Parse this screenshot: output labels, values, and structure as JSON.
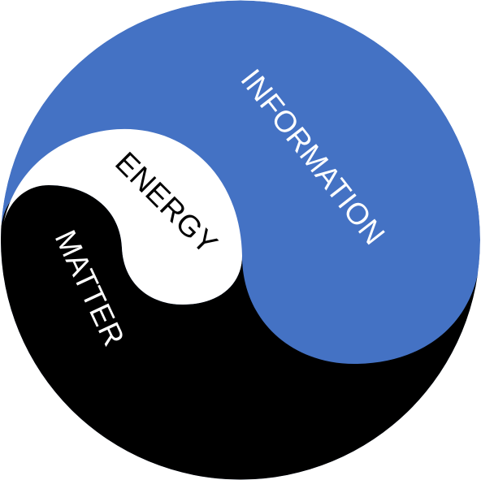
{
  "diagram": {
    "regions": [
      {
        "id": "information",
        "label": "INFORMATION",
        "fill": "#4472C4",
        "text_color": "#FFFFFF"
      },
      {
        "id": "energy",
        "label": "ENERGY",
        "fill": "#FFFFFF",
        "text_color": "#000000"
      },
      {
        "id": "matter",
        "label": "MATTER",
        "fill": "#000000",
        "text_color": "#FFFFFF"
      }
    ]
  }
}
